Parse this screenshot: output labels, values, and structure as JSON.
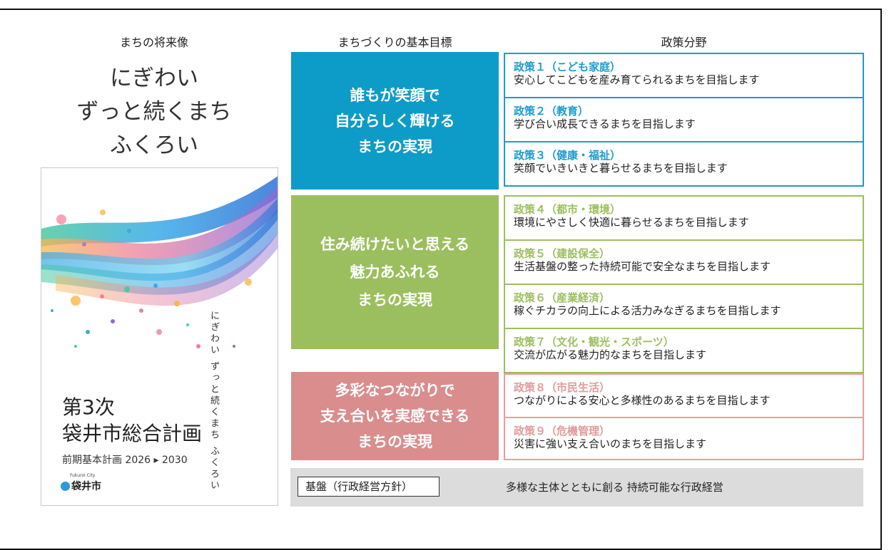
{
  "headers": {
    "vision": "まちの将来像",
    "goals": "まちづくりの基本目標",
    "policies": "政策分野"
  },
  "vision": {
    "line1": "にぎわい",
    "line2": "ずっと続くまち",
    "line3": "ふくろい"
  },
  "cover": {
    "vertical_text": "にぎわい ずっと続くまち ふくろい",
    "title_line1": "第3次",
    "title_line2": "袋井市総合計画",
    "subtitle": "前期基本計画 2026 ▸ 2030",
    "logo_small": "Fukuroi City",
    "logo_name": "袋井市",
    "colors": [
      "#3aa9e8",
      "#8a6ad8",
      "#ef7f9a",
      "#f7b84a",
      "#4cc9a0",
      "#2f6fd6"
    ]
  },
  "goals": [
    {
      "line1": "誰もが笑顔で",
      "line2": "自分らしく輝ける",
      "line3": "まちの実現",
      "color": "#0d9bc7"
    },
    {
      "line1": "住み続けたいと思える",
      "line2": "魅力あふれる",
      "line3": "まちの実現",
      "color": "#9bbf5e"
    },
    {
      "line1": "多彩なつながりで",
      "line2": "支え合いを実感できる",
      "line3": "まちの実現",
      "color": "#d98d8d"
    }
  ],
  "policies": [
    {
      "title": "政策１（こども家庭）",
      "desc": "安心してこどもを産み育てられるまちを目指します"
    },
    {
      "title": "政策２（教育）",
      "desc": "学び合い成長できるまちを目指します"
    },
    {
      "title": "政策３（健康・福祉）",
      "desc": "笑顔でいきいきと暮らせるまちを目指します"
    },
    {
      "title": "政策４（都市・環境）",
      "desc": "環境にやさしく快適に暮らせるまちを目指します"
    },
    {
      "title": "政策５（建設保全）",
      "desc": "生活基盤の整った持続可能で安全なまちを目指します"
    },
    {
      "title": "政策６（産業経済）",
      "desc": "稼ぐチカラの向上による活力みなぎるまちを目指します"
    },
    {
      "title": "政策７（文化・観光・スポーツ）",
      "desc": "交流が広がる魅力的なまちを目指します"
    },
    {
      "title": "政策８（市民生活）",
      "desc": "つながりによる安心と多様性のあるまちを目指します"
    },
    {
      "title": "政策９（危機管理）",
      "desc": "災害に強い支え合いのまちを目指します"
    }
  ],
  "policy_colors": {
    "blue_title": "#1a9ccf",
    "blue_border": "#1a9ccf",
    "green_title": "#9bbf5e",
    "green_border": "#9bbf5e",
    "pink_title": "#e39a9a",
    "pink_border": "#ec9c9c"
  },
  "base": {
    "label": "基盤（行政経営方針）",
    "text": "多様な主体とともに創る 持続可能な行政経営"
  }
}
